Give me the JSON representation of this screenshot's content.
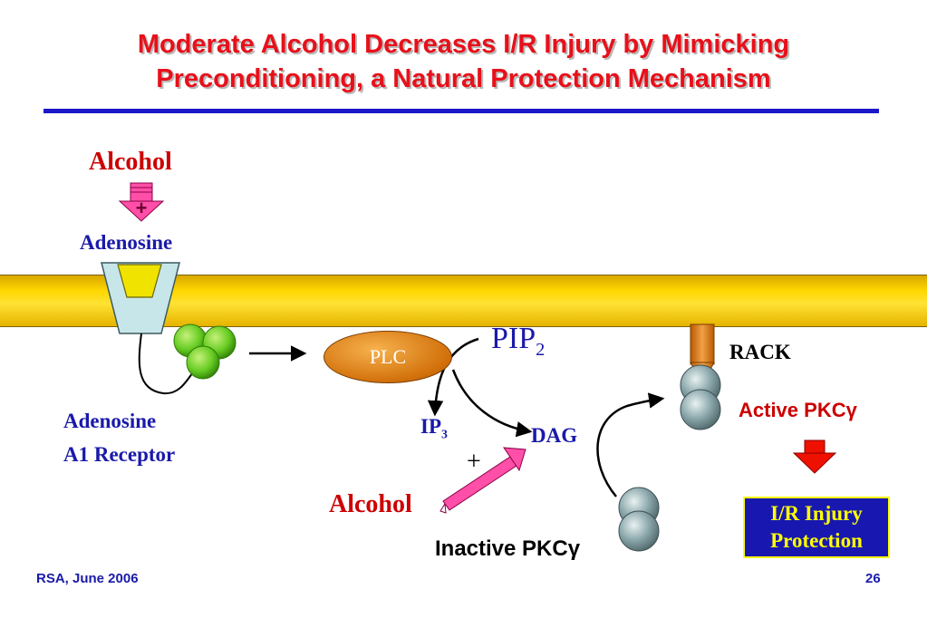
{
  "title": {
    "line1": "Moderate Alcohol Decreases I/R Injury by Mimicking",
    "line2": "Preconditioning, a Natural Protection Mechanism"
  },
  "labels": {
    "alcohol_top": "Alcohol",
    "plus_top": "+",
    "adenosine": "Adenosine",
    "receptor_line1": "Adenosine",
    "receptor_line2": "A1 Receptor",
    "plc": "PLC",
    "pip": "PIP",
    "pip_sub": "2",
    "ip": "IP",
    "ip_sub": "3",
    "dag": "DAG",
    "plus_mid": "+",
    "alcohol_bottom": "Alcohol",
    "rack": "RACK",
    "active_pkc": "Active PKCγ",
    "inactive_pkc": "Inactive PKCγ",
    "protection_line1": "I/R Injury",
    "protection_line2": "Protection"
  },
  "footer": {
    "left": "RSA, June 2006",
    "right": "26"
  },
  "colors": {
    "title": "#e8101a",
    "title_rule": "#1d17c8",
    "membrane": "#ffd700",
    "label_red": "#cc0000",
    "label_blue": "#1a1aaa",
    "plc_fill": "#e08418",
    "g_protein": "#66cc22",
    "pkc": "#8aa6aa",
    "rack": "#e08418",
    "protection_bg": "#1818b0",
    "protection_text": "#ffff00",
    "pink_arrow": "#ff3399",
    "red_arrow": "#ee1100"
  }
}
